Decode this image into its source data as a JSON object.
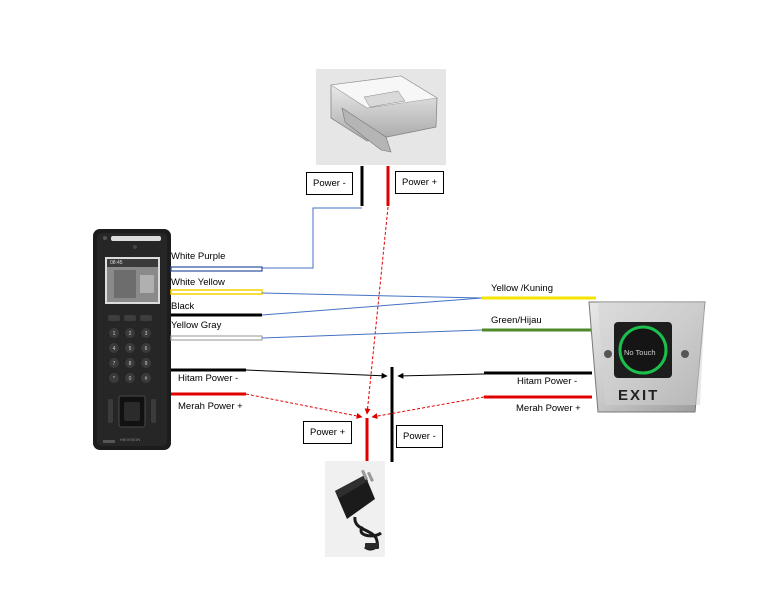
{
  "device_labels": {
    "white_purple": "White Purple",
    "white_yellow": "White Yellow",
    "black": "Black",
    "yellow_gray": "Yellow Gray",
    "hitam_power_left": "Hitam Power -",
    "merah_power_left": "Merah Power +"
  },
  "exit_labels": {
    "yellow_kuning": "Yellow /Kuning",
    "green_hijau": "Green/Hijau",
    "hitam_power_right": "Hitam Power -",
    "merah_power_right": "Merah Power +"
  },
  "maglock_boxes": {
    "power_minus": "Power -",
    "power_plus": "Power +"
  },
  "supply_boxes": {
    "power_plus": "Power +",
    "power_minus": "Power -"
  },
  "exit_button": {
    "face_text": "No Touch",
    "exit_text": "EXIT"
  },
  "terminal": {
    "brand": "HIKVISION",
    "screen_time": "08:45"
  },
  "keypad": [
    "1",
    "2",
    "3",
    "4",
    "5",
    "6",
    "7",
    "8",
    "9",
    "*",
    "0",
    "#"
  ],
  "colors": {
    "black_wire": "#000000",
    "red_wire": "#e00000",
    "blue_line": "#4472c4",
    "purple_wire": "#2e4fa0",
    "yellow_wire": "#f2d200",
    "yellow_wire_exit": "#f5e400",
    "green_wire": "#4e8a2a",
    "gray_wire": "#a6a6a6"
  }
}
